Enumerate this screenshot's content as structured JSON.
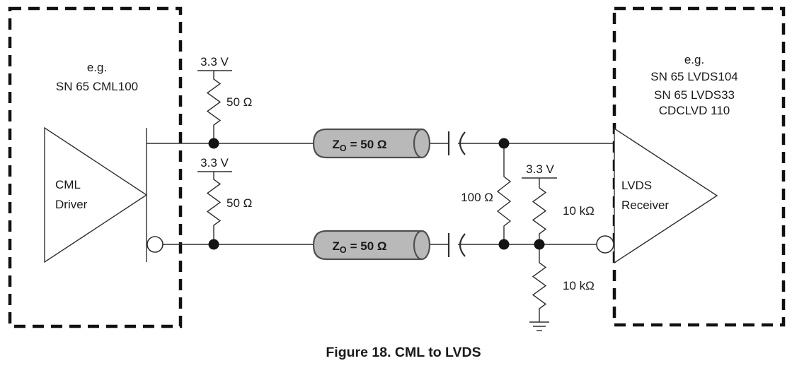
{
  "caption": "Figure 18. CML to LVDS",
  "driver_block": {
    "example_label": "e.g.",
    "part_number": "SN 65 CML100",
    "device_line1": "CML",
    "device_line2": "Driver"
  },
  "receiver_block": {
    "example_label": "e.g.",
    "part_numbers": [
      "SN 65 LVDS104",
      "SN 65 LVDS33",
      "CDCLVD 110"
    ],
    "device_line1": "LVDS",
    "device_line2": "Receiver"
  },
  "supplies": {
    "top_rail": "3.3 V",
    "bottom_rail": "3.3 V",
    "receiver_bias": "3.3 V"
  },
  "resistors": {
    "pullup_top": "50 Ω",
    "pullup_bottom": "50 Ω",
    "termination": "100 Ω",
    "bias_upper": "10 kΩ",
    "bias_lower": "10 kΩ"
  },
  "transmission_lines": {
    "top": {
      "symbol": "Z",
      "subscript": "O",
      "value": "= 50 Ω"
    },
    "bottom": {
      "symbol": "Z",
      "subscript": "O",
      "value": "= 50 Ω"
    }
  },
  "colors": {
    "line": "#2f2f2f",
    "text": "#1a1a1a",
    "cylinder_fill": "#b9b9b9",
    "cylinder_stroke": "#4f4f4f",
    "node_fill": "#141414",
    "background": "#ffffff"
  }
}
